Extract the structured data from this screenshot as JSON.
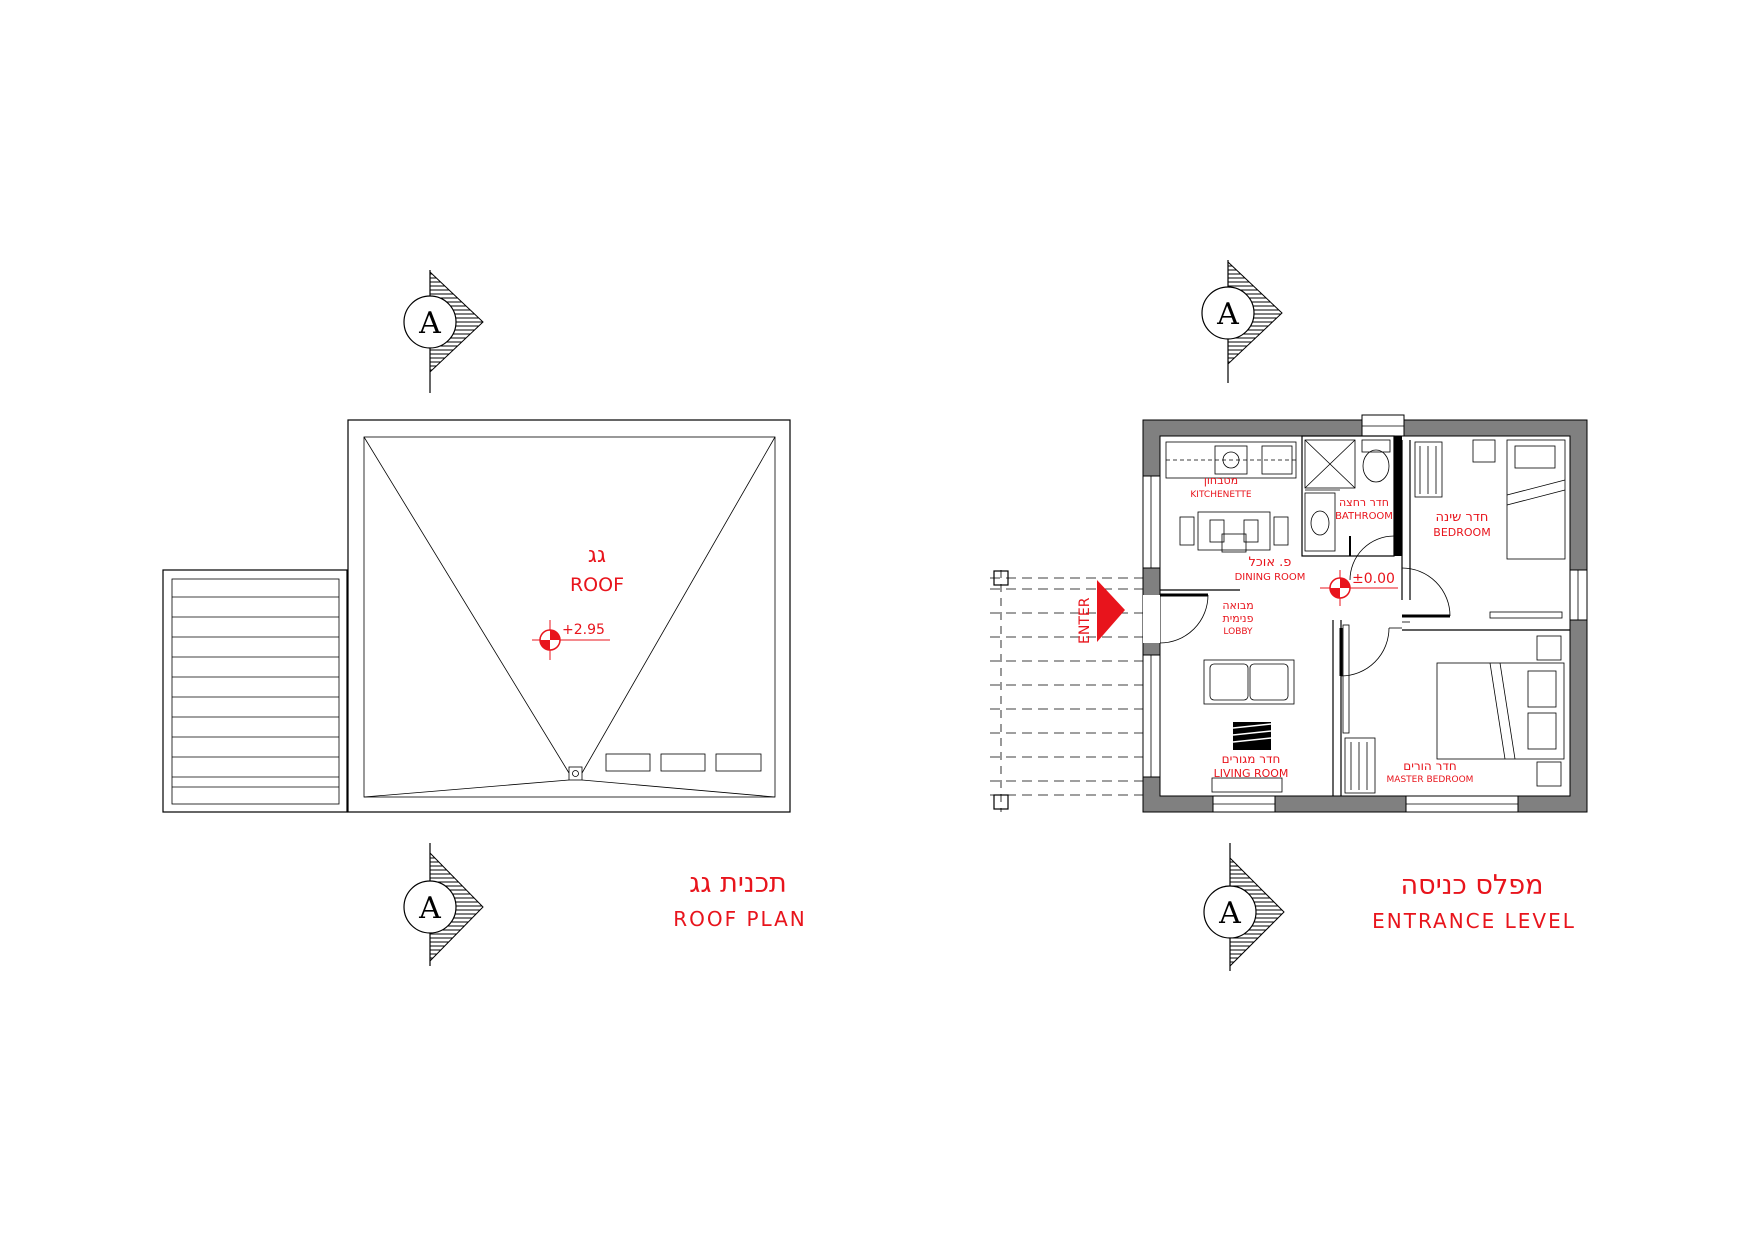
{
  "roof_plan": {
    "title_he": "תכנית גג",
    "title_en": "ROOF PLAN",
    "roof_label_he": "גג",
    "roof_label_en": "ROOF",
    "elevation": "+2.95"
  },
  "entrance_level": {
    "title_he": "מפלס כניסה",
    "title_en": "ENTRANCE LEVEL",
    "elevation": "±0.00",
    "entry_label": "ENTER",
    "rooms": {
      "kitchenette_he": "מטבחון",
      "kitchenette_en": "KITCHENETTE",
      "bathroom_he": "חדר רחצה",
      "bathroom_en": "BATHROOM",
      "bedroom_he": "חדר שינה",
      "bedroom_en": "BEDROOM",
      "dining_he": "פ. אוכל",
      "dining_en": "DINING ROOM",
      "lobby_he_1": "מבואה",
      "lobby_he_2": "פנימית",
      "lobby_en": "LOBBY",
      "living_he": "חדר מגורים",
      "living_en": "LIVING ROOM",
      "master_he": "חדר הורים",
      "master_en": "MASTER BEDROOM"
    }
  },
  "section_markers": {
    "letter": "A"
  },
  "colors": {
    "annotation": "#e8141c",
    "wall_fill": "#808080",
    "line": "#000000"
  }
}
